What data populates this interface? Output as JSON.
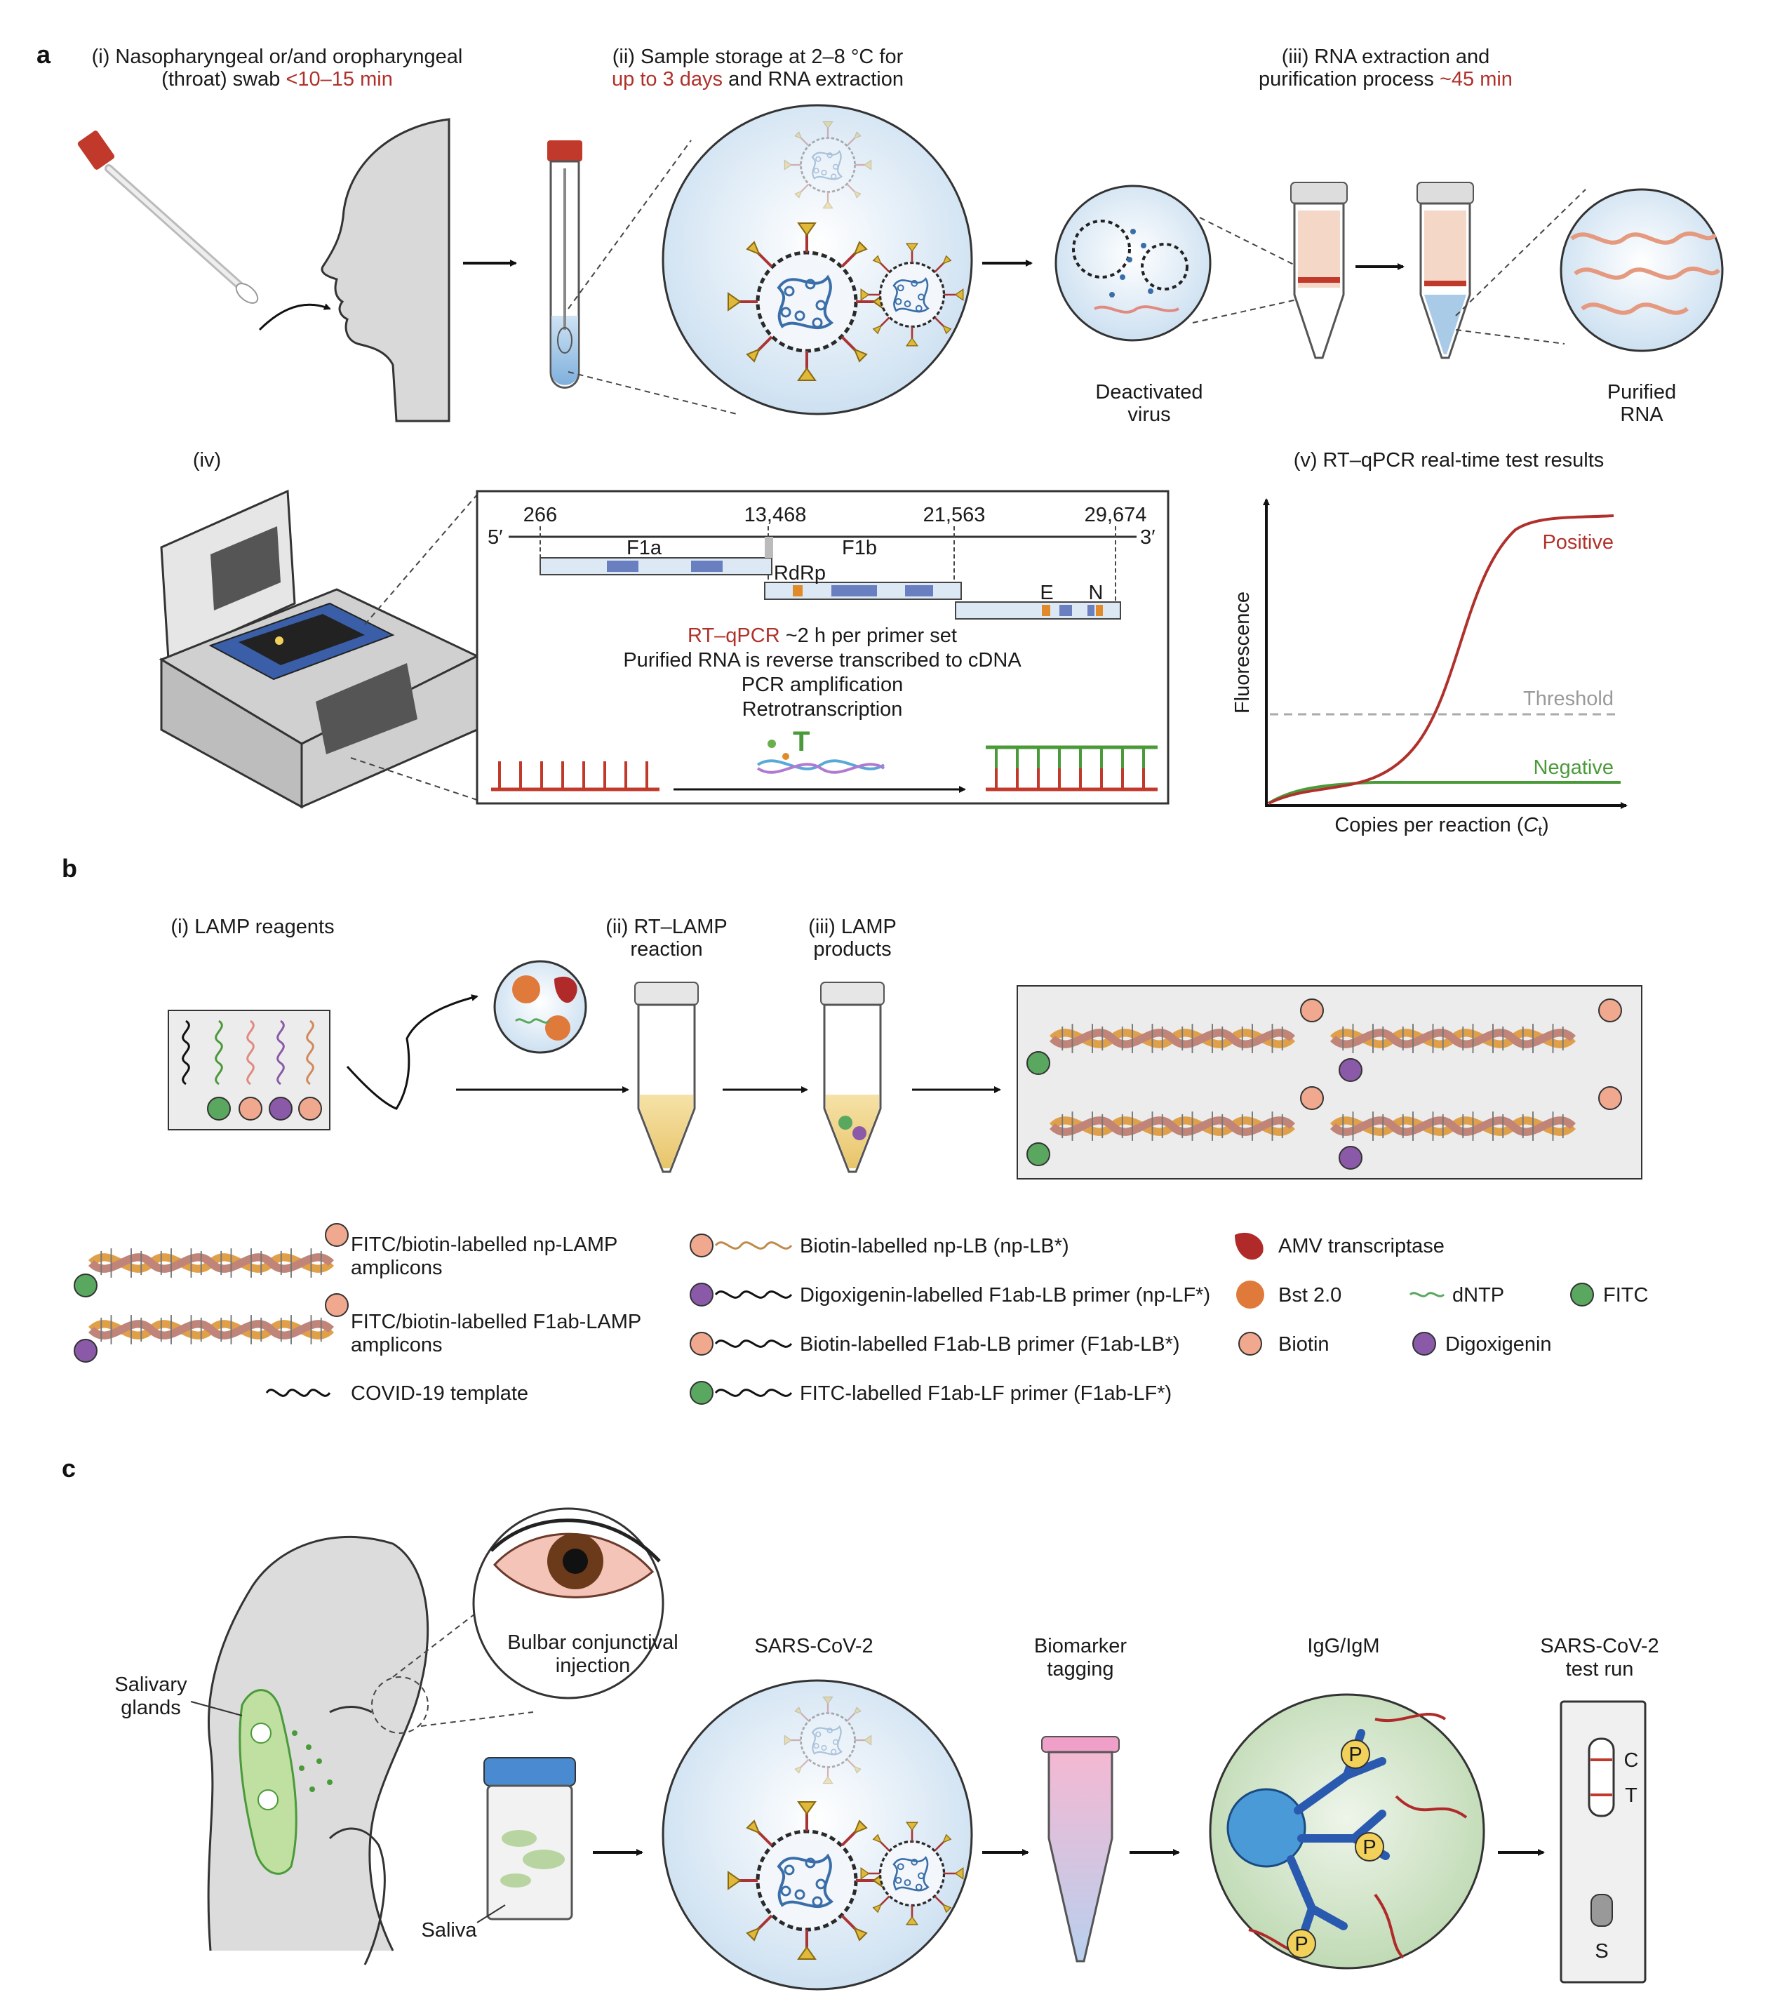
{
  "panel_a": {
    "letter": "a",
    "step1": {
      "line1": "(i) Nasopharyngeal or/and oropharyngeal",
      "line2": "(throat) swab",
      "time": "<10–15 min"
    },
    "step2": {
      "line1": "(ii) Sample storage at 2–8 °C for",
      "time": "up to 3 days",
      "line2": "and RNA extraction"
    },
    "step3": {
      "line1": "(iii) RNA extraction and",
      "line2": "purification process",
      "time": "~45 min"
    },
    "deactivated": {
      "line1": "Deactivated",
      "line2": "virus"
    },
    "purified": {
      "line1": "Purified",
      "line2": "RNA"
    },
    "step4": {
      "label": "(iv)"
    },
    "genome": {
      "five_prime": "5′",
      "three_prime": "3′",
      "positions": [
        "266",
        "13,468",
        "21,563",
        "29,674"
      ],
      "genes": [
        "F1a",
        "F1b",
        "RdRp",
        "E",
        "N"
      ]
    },
    "method": {
      "name": "RT–qPCR",
      "duration": "~2 h per primer set",
      "lines": [
        "Purified RNA is reverse transcribed to cDNA",
        "PCR amplification",
        "Retrotranscription"
      ]
    },
    "step5": {
      "title": "(v) RT–qPCR real-time test results",
      "ylabel": "Fluorescence",
      "xlabel": "Copies per reaction (",
      "xlabel_var": "C",
      "xlabel_sub": "t",
      "xlabel_close": ")",
      "curves": [
        "Positive",
        "Threshold",
        "Negative"
      ]
    }
  },
  "panel_b": {
    "letter": "b",
    "step1": "(i) LAMP reagents",
    "step2": {
      "line1": "(ii) RT–LAMP",
      "line2": "reaction"
    },
    "step3": {
      "line1": "(iii) LAMP",
      "line2": "products"
    },
    "legend": {
      "np_amplicons": {
        "line1": "FITC/biotin-labelled np-LAMP",
        "line2": "amplicons"
      },
      "f1ab_amplicons": {
        "line1": "FITC/biotin-labelled F1ab-LAMP",
        "line2": "amplicons"
      },
      "template": "COVID-19 template",
      "np_lb": "Biotin-labelled np-LB (np-LB*)",
      "dig_primer": "Digoxigenin-labelled F1ab-LB primer (np-LF*)",
      "bio_primer": "Biotin-labelled F1ab-LB primer (F1ab-LB*)",
      "fitc_primer": "FITC-labelled F1ab-LF primer (F1ab-LF*)",
      "amv": "AMV transcriptase",
      "bst": "Bst 2.0",
      "dntp": "dNTP",
      "fitc": "FITC",
      "biotin": "Biotin",
      "digoxigenin": "Digoxigenin"
    }
  },
  "panel_c": {
    "letter": "c",
    "glands": {
      "line1": "Salivary",
      "line2": "glands"
    },
    "eye": {
      "line1": "Bulbar conjunctival",
      "line2": "injection"
    },
    "saliva": "Saliva",
    "virus": "SARS-CoV-2",
    "tagging": {
      "line1": "Biomarker",
      "line2": "tagging"
    },
    "antibody": "IgG/IgM",
    "antibody_marker": "P",
    "test": {
      "line1": "SARS-CoV-2",
      "line2": "test run"
    },
    "strip": {
      "c": "C",
      "t": "T",
      "s": "S"
    }
  },
  "colors": {
    "accent_red": "#b0312b",
    "threshold_grey": "#9a9a9a",
    "negative_green": "#4a9a3a",
    "virus_blue": "#3a6ea8",
    "spike_yellow": "#e0b83a",
    "biotin": "#f0a88e",
    "digoxigenin": "#8a5aa8",
    "fitc": "#5aa860"
  }
}
